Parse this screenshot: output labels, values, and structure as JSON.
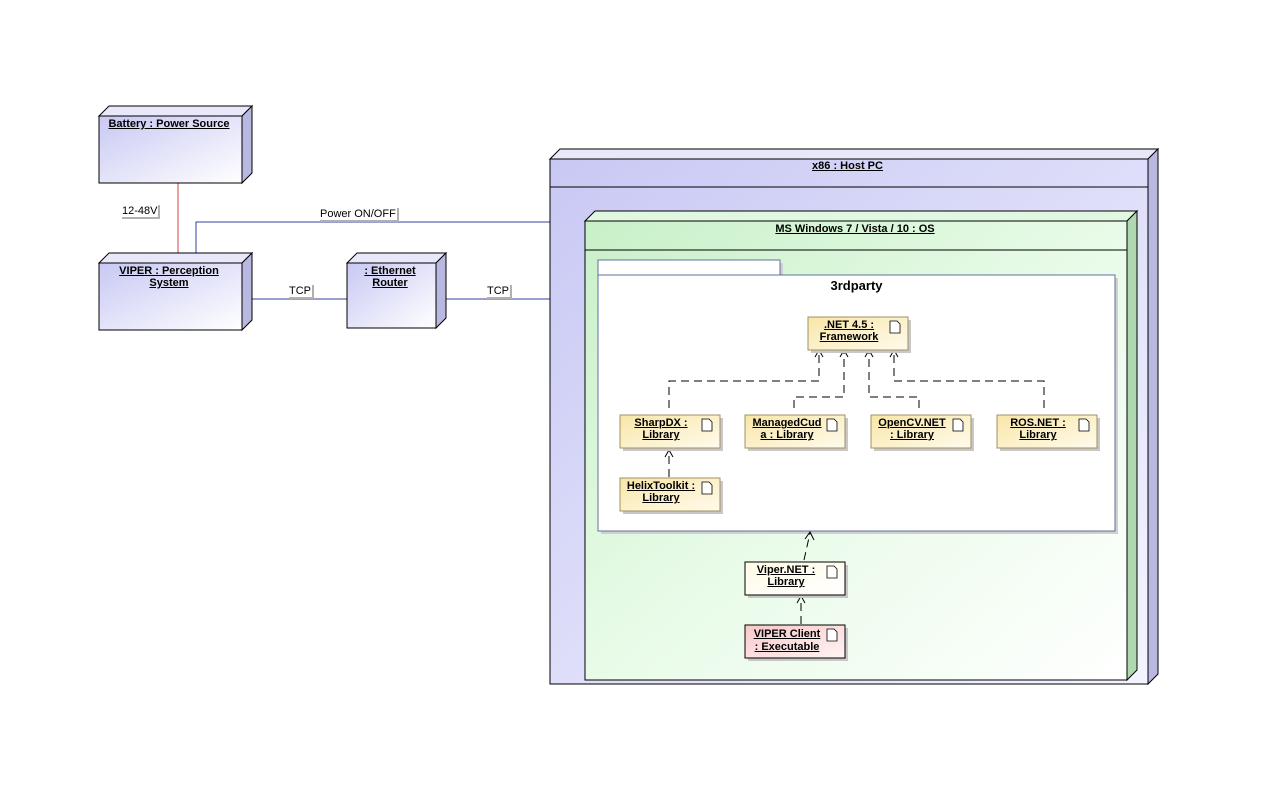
{
  "nodes": {
    "battery": "Battery : Power Source",
    "viper_line1": "VIPER : Perception",
    "viper_line2": "System",
    "router_line1": ": Ethernet",
    "router_line2": "Router",
    "host": "x86 : Host PC",
    "os": "MS Windows 7 / Vista  / 10 : OS"
  },
  "connectors": {
    "power": "12-48V",
    "power_onoff": "Power ON/OFF",
    "tcp1": "TCP",
    "tcp2": "TCP"
  },
  "package": {
    "title": "3rdparty"
  },
  "artifacts": {
    "net_line1": ".NET 4.5 :",
    "net_line2": "Framework",
    "sharpdx_line1": "SharpDX :",
    "sharpdx_line2": "Library",
    "managedcuda_line1": "ManagedCud",
    "managedcuda_line2": "a : Library",
    "opencv_line1": "OpenCV.NET",
    "opencv_line2": ": Library",
    "ros_line1": "ROS.NET :",
    "ros_line2": "Library",
    "helix_line1": "HelixToolkit :",
    "helix_line2": "Library",
    "vipernet_line1": "Viper.NET :",
    "vipernet_line2": "Library",
    "client_line1": "VIPER Client",
    "client_line2": ": Executable"
  },
  "colors": {
    "node_fill": "#d8d8f8",
    "os_fill": "#e0f8e0",
    "artifact_fill": "#fbf2c8",
    "exec_fill": "#f8d8d8",
    "power_line": "#d04040",
    "link_line": "#3040a0"
  }
}
